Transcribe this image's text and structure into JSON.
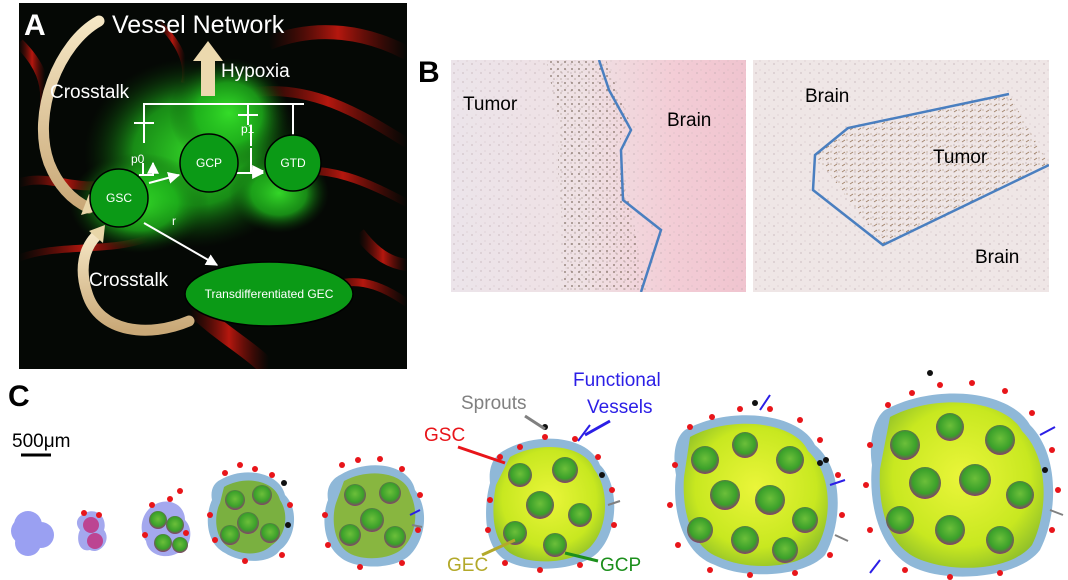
{
  "panel_labels": {
    "a": "A",
    "b": "B",
    "c": "C"
  },
  "panel_a": {
    "title": "Vessel Network",
    "hypoxia": "Hypoxia",
    "crosstalk_top": "Crosstalk",
    "crosstalk_bottom": "Crosstalk",
    "nodes": {
      "gsc": "GSC",
      "gcp": "GCP",
      "gtd": "GTD",
      "gec": "Transdifferentiated GEC"
    },
    "params": {
      "p0": "p0",
      "p1": "p1",
      "r": "r"
    }
  },
  "panel_b": {
    "left": {
      "tumor": "Tumor",
      "brain": "Brain"
    },
    "right": {
      "brain_top": "Brain",
      "tumor": "Tumor",
      "brain_bottom": "Brain"
    }
  },
  "panel_c": {
    "scale_bar": "500μm",
    "labels": {
      "sprouts": "Sprouts",
      "functional_vessels_1": "Functional",
      "functional_vessels_2": "Vessels",
      "gsc": "GSC",
      "gec": "GEC",
      "gcp": "GCP"
    },
    "colors": {
      "gsc": "#e8151a",
      "sprouts": "#808080",
      "functional_vessels": "#2b1ee6",
      "gec": "#b3a92a",
      "gcp": "#1c8f1c",
      "tumor_fill": "#c8f01e",
      "cell_green": "#3aa93a",
      "initial_mass": "#9aa0f2"
    }
  }
}
